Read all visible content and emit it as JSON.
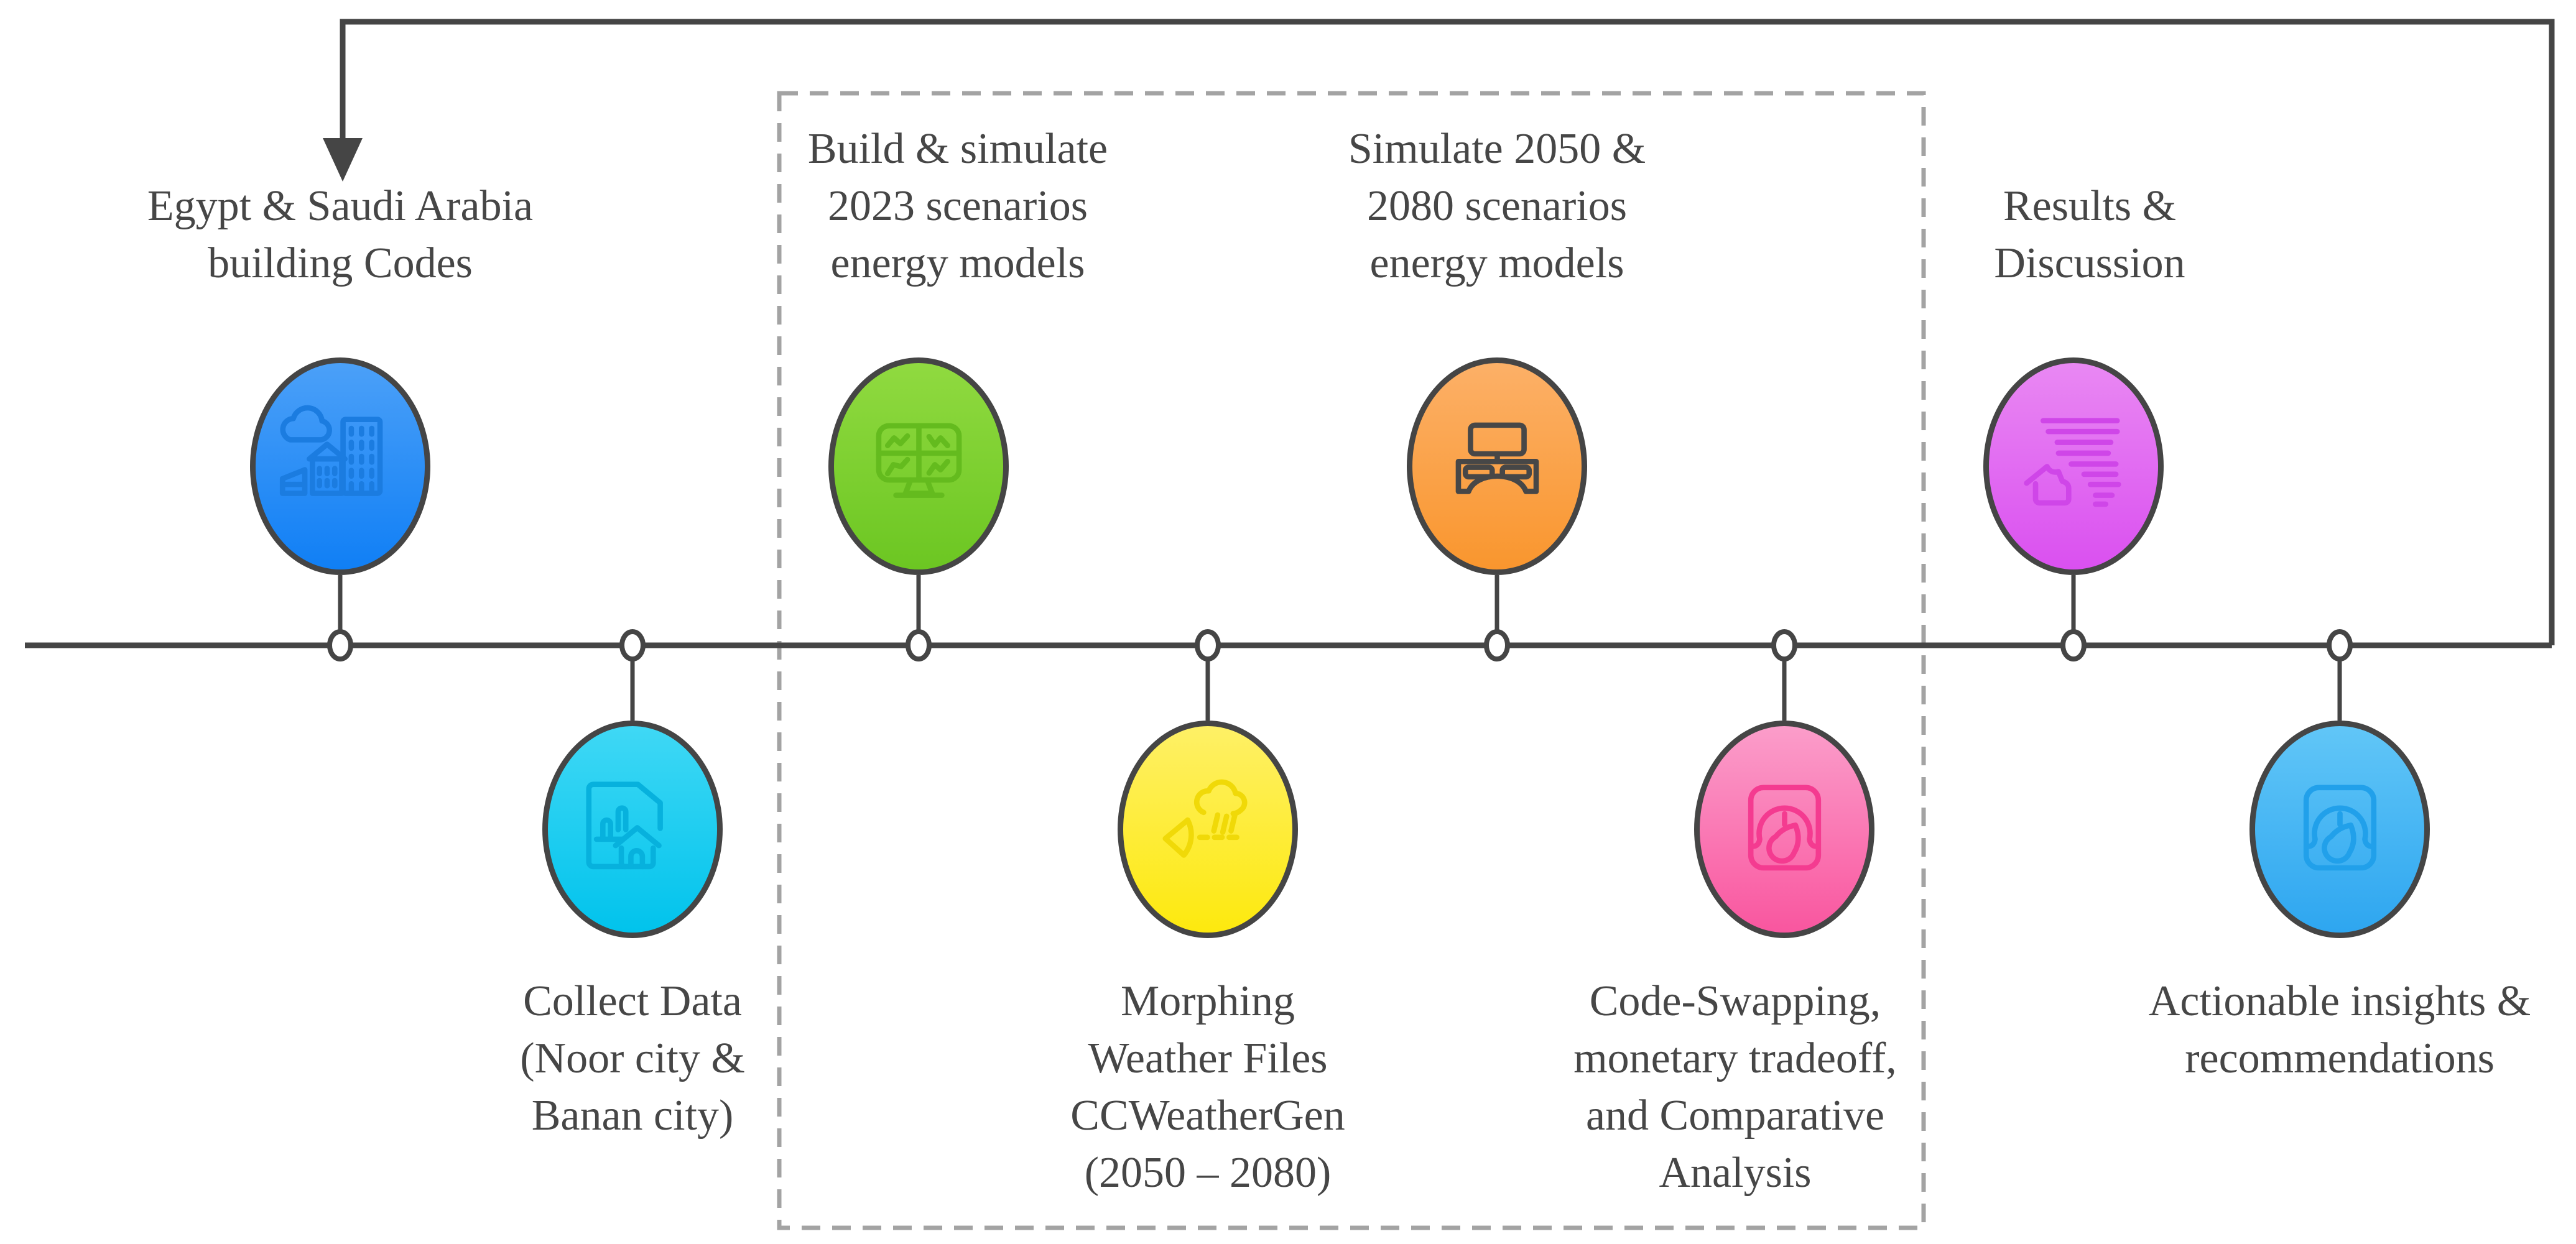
{
  "diagram": {
    "type": "research-methodology-timeline",
    "background": "#ffffff",
    "feedback_loop": {
      "from": "timeline-end",
      "to": "building-codes",
      "style": "solid-arrow"
    },
    "dashed_group_steps": [
      "build-simulate-2023",
      "morphing-weather-files",
      "simulate-2050-2080",
      "code-swapping-analysis"
    ]
  },
  "palette": {
    "line": "#454545",
    "text": "#464646",
    "dashed_box": "#a3a3a3",
    "node_fill": "#ffffff"
  },
  "steps": [
    {
      "id": "building-codes",
      "position": "above",
      "label_lines": [
        "Egypt & Saudi Arabia",
        "building Codes"
      ],
      "icon": "city-buildings-icon",
      "colors": {
        "top": "#4ba0f8",
        "bottom": "#107ff5",
        "icon": "#1b7ce0"
      }
    },
    {
      "id": "collect-data",
      "position": "below",
      "label_lines": [
        "Collect Data",
        "(Noor city &",
        "Banan city)"
      ],
      "icon": "document-chart-house-icon",
      "colors": {
        "top": "#3fd8f5",
        "bottom": "#01c3ec",
        "icon": "#07b1dd"
      }
    },
    {
      "id": "build-simulate-2023",
      "position": "above",
      "label_lines": [
        "Build & simulate",
        "2023 scenarios",
        "energy models"
      ],
      "icon": "dashboard-monitor-icon",
      "colors": {
        "top": "#90da40",
        "bottom": "#6cc622",
        "icon": "#64bb1e"
      }
    },
    {
      "id": "morphing-weather-files",
      "position": "below",
      "label_lines": [
        "Morphing",
        "Weather Files",
        "CCWeatherGen",
        "(2050 – 2080)"
      ],
      "icon": "weather-morphing-icon",
      "colors": {
        "top": "#fef066",
        "bottom": "#fde90e",
        "icon": "#f0d908"
      }
    },
    {
      "id": "simulate-2050-2080",
      "position": "above",
      "label_lines": [
        "Simulate 2050 &",
        "2080 scenarios",
        "energy models"
      ],
      "icon": "tv-console-icon",
      "colors": {
        "top": "#fcb067",
        "bottom": "#f9962e",
        "icon": "#474747"
      }
    },
    {
      "id": "code-swapping-analysis",
      "position": "below",
      "label_lines": [
        "Code-Swapping,",
        "monetary tradeoff,",
        "and Comparative",
        "Analysis"
      ],
      "icon": "gauge-icon",
      "colors": {
        "top": "#fb9dca",
        "bottom": "#f9569f",
        "icon": "#f43b90"
      }
    },
    {
      "id": "results-discussion",
      "position": "above",
      "label_lines": [
        "Results &",
        "Discussion"
      ],
      "icon": "report-house-icon",
      "colors": {
        "top": "#e988f3",
        "bottom": "#da50f0",
        "icon": "#cf46e8"
      }
    },
    {
      "id": "actionable-insights",
      "position": "below",
      "label_lines": [
        "Actionable insights &",
        "recommendations"
      ],
      "icon": "gauge-icon",
      "colors": {
        "top": "#61c6f7",
        "bottom": "#2ea6f0",
        "icon": "#21a0ea"
      }
    }
  ]
}
